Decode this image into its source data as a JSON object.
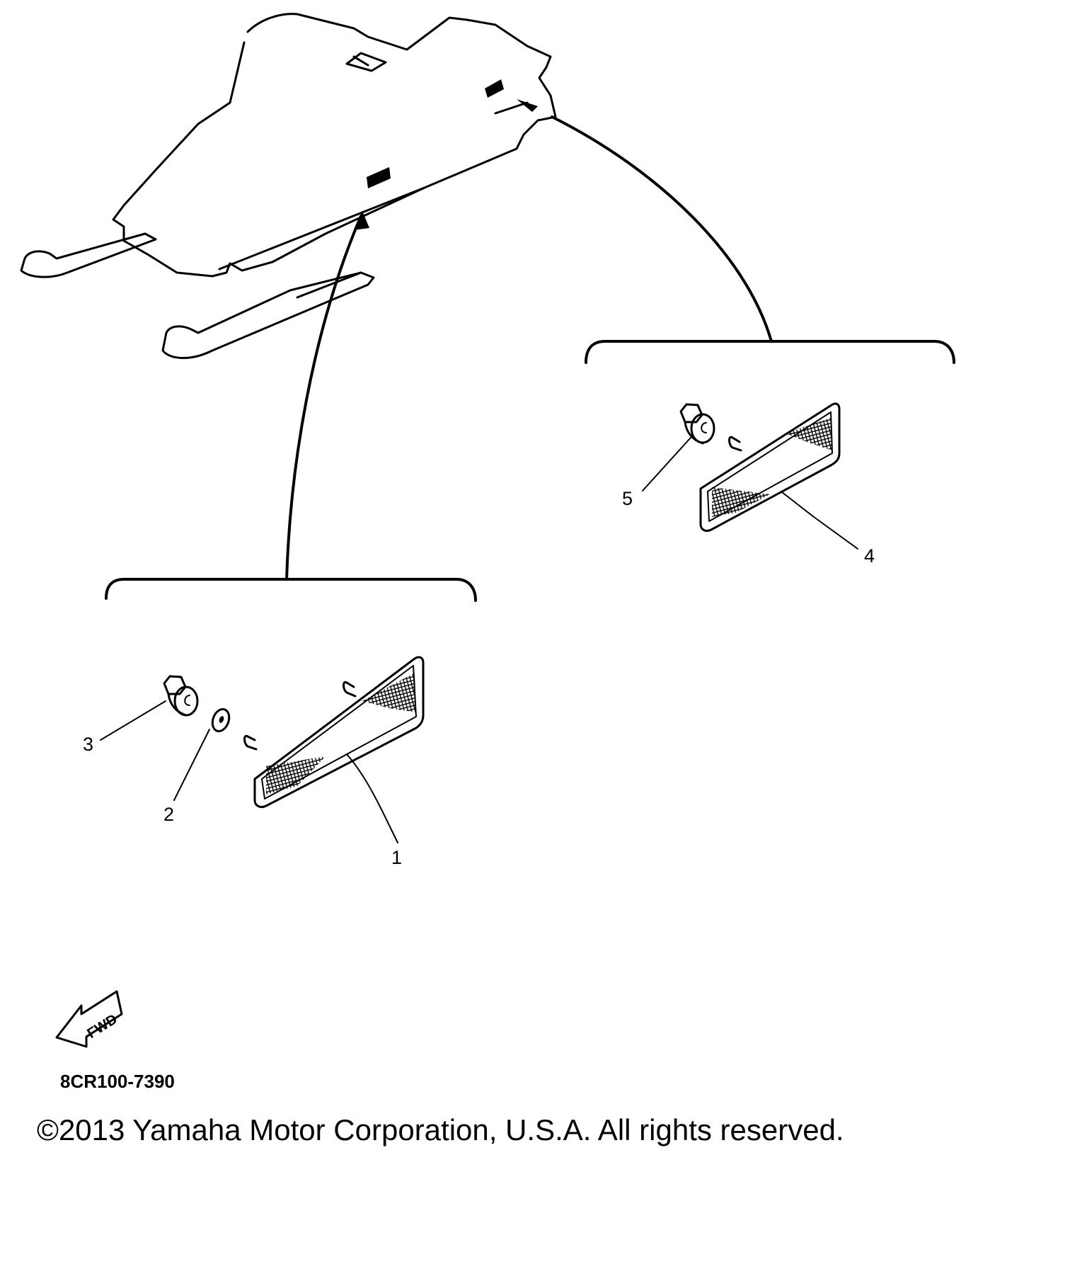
{
  "diagram": {
    "callouts": [
      {
        "id": "1",
        "label": "1"
      },
      {
        "id": "2",
        "label": "2"
      },
      {
        "id": "3",
        "label": "3"
      },
      {
        "id": "4",
        "label": "4"
      },
      {
        "id": "5",
        "label": "5"
      }
    ],
    "direction_arrow": {
      "label": "FWD",
      "icon": "fwd-arrow-icon"
    },
    "part_code": "8CR100-7390",
    "copyright": "©2013 Yamaha Motor Corporation, U.S.A. All rights reserved."
  }
}
